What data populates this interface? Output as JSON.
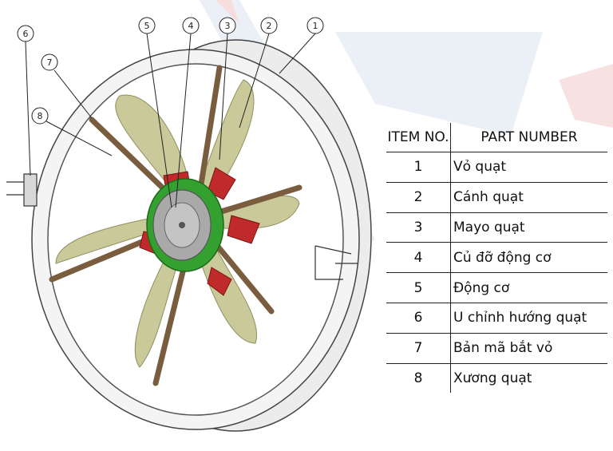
{
  "balloons": [
    "1",
    "2",
    "3",
    "4",
    "5",
    "6",
    "7",
    "8"
  ],
  "bom": {
    "headers": [
      "ITEM NO.",
      "PART NUMBER"
    ],
    "rows": [
      {
        "no": "1",
        "part": "Vỏ quạt"
      },
      {
        "no": "2",
        "part": "Cánh quạt"
      },
      {
        "no": "3",
        "part": "Mayo quạt"
      },
      {
        "no": "4",
        "part": "Củ đỡ động cơ"
      },
      {
        "no": "5",
        "part": "Động cơ"
      },
      {
        "no": "6",
        "part": "U chỉnh hướng quạt"
      },
      {
        "no": "7",
        "part": "Bản mã bắt vỏ"
      },
      {
        "no": "8",
        "part": "Xương quạt"
      }
    ]
  },
  "colors": {
    "housing": "#eaeaea",
    "blade": "#c9c99a",
    "spoke": "#8a6a48",
    "hub_mount": "#c02a2a",
    "motor_mount": "#33a030",
    "motor": "#a9a9a9",
    "watermark_blue": "#dfe6f2",
    "watermark_red": "#f6dede"
  }
}
